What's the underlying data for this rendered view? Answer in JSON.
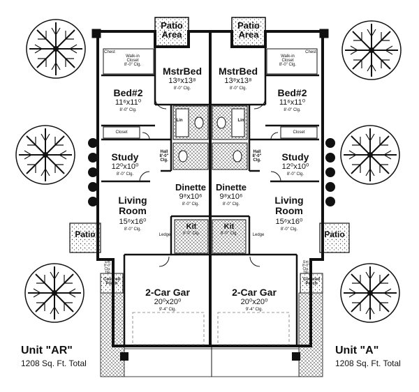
{
  "units": {
    "left": {
      "name": "Unit \"AR\"",
      "area": "1208 Sq. Ft. Total"
    },
    "right": {
      "name": "Unit \"A\"",
      "area": "1208 Sq. Ft. Total"
    }
  },
  "rooms": {
    "patio_area": "Patio\nArea",
    "mstr_bed": {
      "name": "MstrBed",
      "size": "13⁸x13⁸",
      "clg": "8'-0\" Clg."
    },
    "bed2": {
      "name": "Bed#2",
      "size": "11⁶x11⁰",
      "clg": "8'-0\" Clg."
    },
    "study": {
      "name": "Study",
      "size": "12⁰x10⁰",
      "clg": "8'-0\" Clg."
    },
    "dinette": {
      "name": "Dinette",
      "size": "9⁸x10⁶",
      "clg": "8'-0\" Clg."
    },
    "living": {
      "name": "Living\nRoom",
      "size": "15⁶x16⁰",
      "clg": "8'-0\" Clg."
    },
    "kit": {
      "name": "Kit",
      "clg": "8'-0\" Clg."
    },
    "garage": {
      "name": "2-Car Gar",
      "size": "20⁰x20⁰",
      "clg": "9'-4\" Clg."
    },
    "patio_side": "Patio",
    "covered_porch": "Covered\nPorch",
    "ent": "Ent\n8'-0\"\nClg.\nTile",
    "hall": "Hall\n8'-0\"\nClg.",
    "closet": "Closet",
    "walkin": "Walk-in\nCloset\n8'-0\" Clg.",
    "chest": "Chest",
    "ledge": "Ledge",
    "lin": "Lin"
  }
}
